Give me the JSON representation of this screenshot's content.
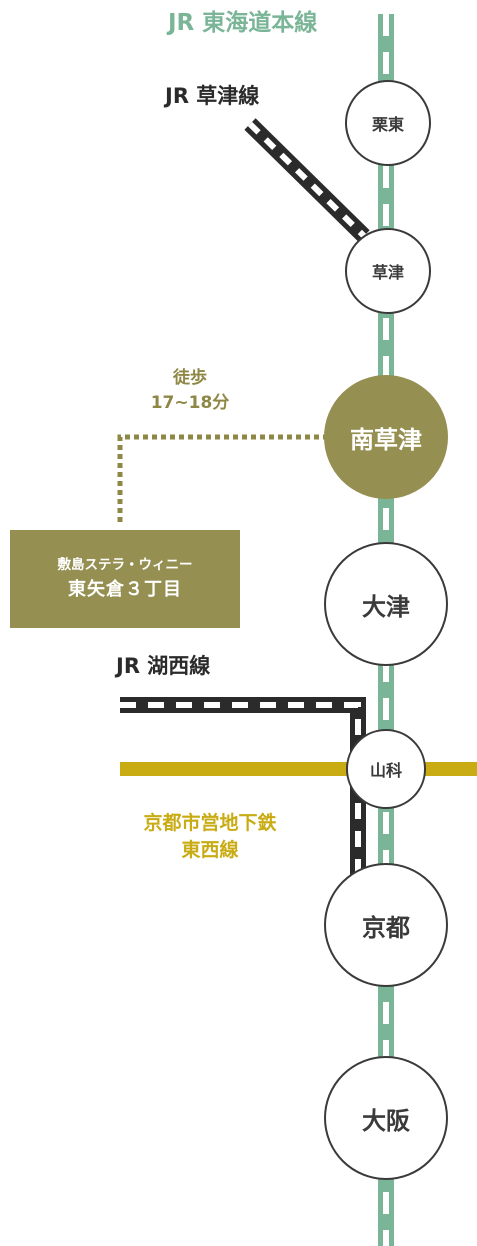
{
  "lines": {
    "tokaido": {
      "name": "JR 東海道本線",
      "color": "#7ab597"
    },
    "kusatsu": {
      "name": "JR 草津線",
      "color": "#2b2b2b"
    },
    "kosei": {
      "name": "JR 湖西線",
      "color": "#2b2b2b"
    },
    "tozai": {
      "name_line1": "京都市営地下鉄",
      "name_line2": "東西線",
      "color": "#c9ac14"
    }
  },
  "stations": {
    "ritto": "栗東",
    "kusatsu": "草津",
    "minami_kusatsu": "南草津",
    "otsu": "大津",
    "yamashina": "山科",
    "kyoto": "京都",
    "osaka": "大阪"
  },
  "walk": {
    "label": "徒歩",
    "time": "17~18分",
    "color": "#8e8745"
  },
  "destination": {
    "line1": "敷島ステラ・ウィニー",
    "line2": "東矢倉３丁目",
    "color": "#958f52"
  },
  "highlight_color": "#958f52"
}
